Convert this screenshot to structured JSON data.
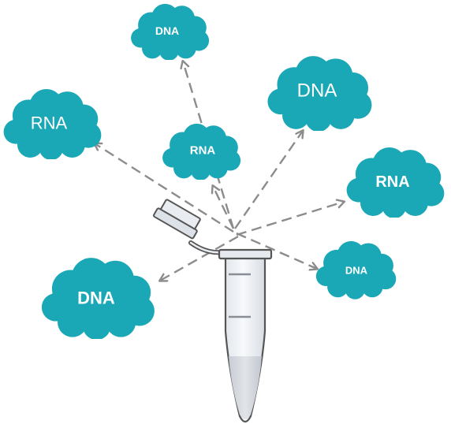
{
  "clouds": [
    {
      "label": "DNA"
    },
    {
      "label": "DNA"
    },
    {
      "label": "RNA"
    },
    {
      "label": "RNA"
    },
    {
      "label": "RNA"
    },
    {
      "label": "DNA"
    },
    {
      "label": "DNA"
    }
  ],
  "colors": {
    "cloud_fill": "#1aa7b6",
    "arrow": "#8c8c8c",
    "tube_outline": "#555555",
    "tube_fill": "#eef1f5",
    "sample": "#d3d7dd"
  }
}
